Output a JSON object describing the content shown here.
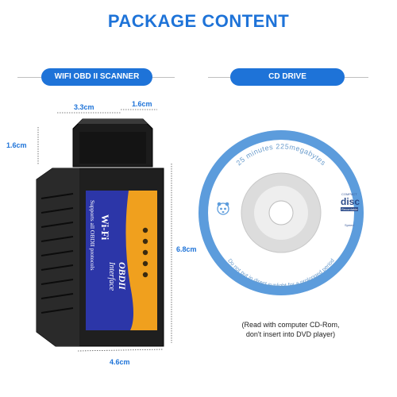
{
  "page_title": "PACKAGE CONTENT",
  "scanner": {
    "label": "WIFI OBD II SCANNER",
    "dim_top_a": "3.3cm",
    "dim_top_b": "1.6cm",
    "dim_left": "1.6cm",
    "dim_right": "6.8cm",
    "dim_bottom": "4.6cm",
    "sticker_line1": "Wi-Fi",
    "sticker_line2": "Supports all OBDII protocols",
    "sticker_line3": "OBDII",
    "sticker_line4": "Interface"
  },
  "cd": {
    "label": "CD DRIVE",
    "ring_text_top": "25 minutes 225megabytes",
    "ring_text_bottom": "Do not put in direct sunlight for a prolonged period",
    "logo_small": "COMPACT",
    "logo_big": "disc",
    "logo_sub": "Recordable",
    "logo_speed": "Speed",
    "note_line1": "(Read with computer CD-Rom,",
    "note_line2": "don't insert into DVD player)"
  },
  "colors": {
    "accent": "#1e73d8",
    "device_body": "#1f1f1f",
    "sticker_blue": "#2c36a8",
    "sticker_orange": "#f0a01e",
    "cd_blue": "#5c9cdc"
  }
}
